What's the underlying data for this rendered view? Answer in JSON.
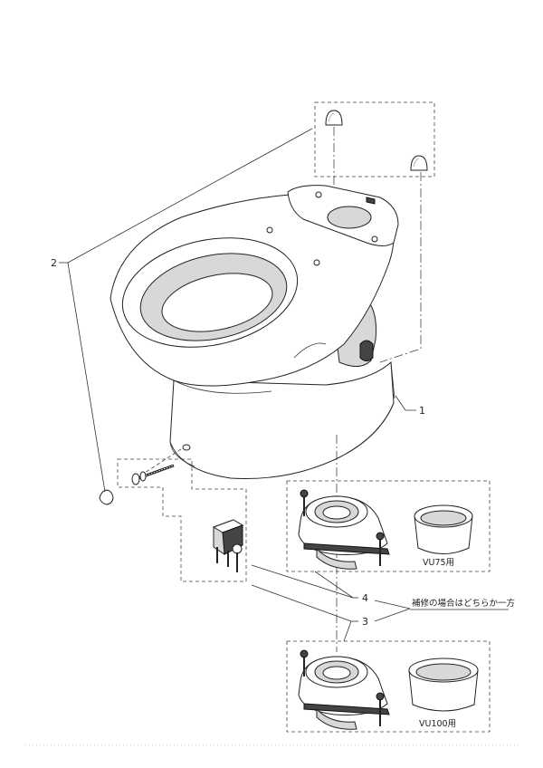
{
  "callouts": [
    {
      "id": "c1",
      "text": "1"
    },
    {
      "id": "c2",
      "text": "2"
    },
    {
      "id": "c3",
      "text": "3"
    },
    {
      "id": "c4",
      "text": "4"
    }
  ],
  "note": "補修の場合はどちらか一方",
  "flange_labels": {
    "vu75": "VU75用",
    "vu100": "VU100用"
  }
}
